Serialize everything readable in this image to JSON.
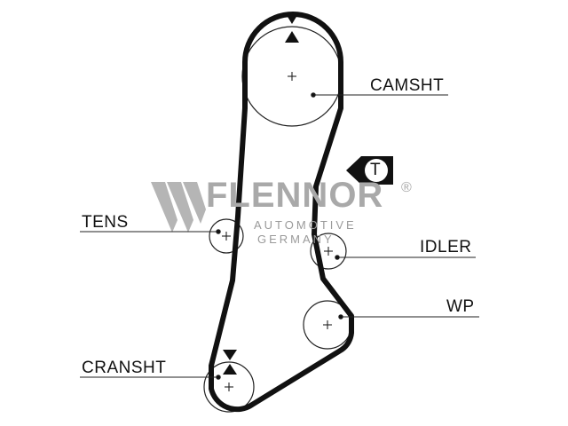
{
  "labels": {
    "camshaft": "CAMSHT",
    "tensioner": "TENS",
    "idler": "IDLER",
    "water_pump": "WP",
    "crankshaft": "CRANSHT"
  },
  "tension_marker": "T",
  "watermark": {
    "brand": "FLENNOR",
    "registered": "®",
    "line1": "AUTOMOTIVE",
    "line2": "GERMANY"
  },
  "colors": {
    "belt": "#111111",
    "pulley": "#222222",
    "watermark": "#a9a9a9"
  }
}
